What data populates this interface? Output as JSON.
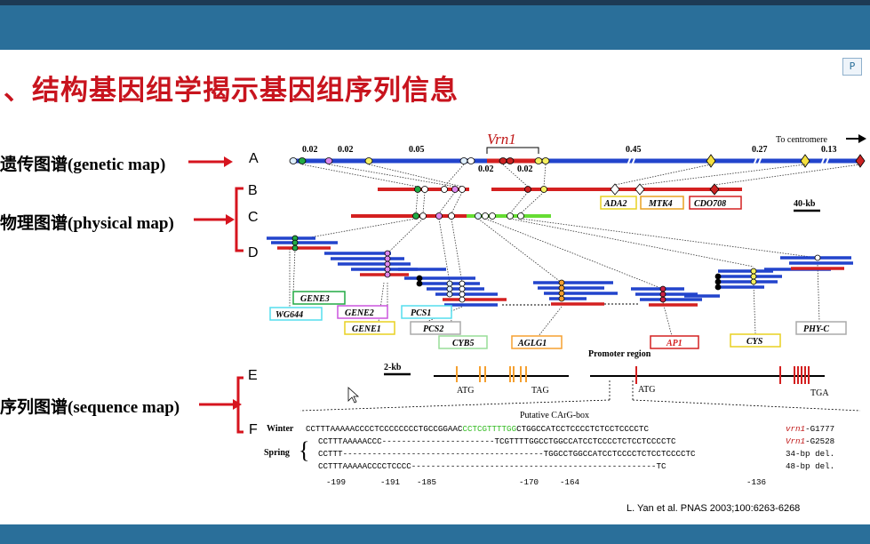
{
  "slide": {
    "title": "、结构基因组学揭示基因组序列信息",
    "citation": "L. Yan et al. PNAS 2003;100:6263-6268",
    "corner_button": "P"
  },
  "maps": [
    {
      "label": "遗传图谱(genetic map)",
      "letters": [
        "A"
      ]
    },
    {
      "label": "物理图谱(physical map)",
      "letters": [
        "B",
        "C",
        "D"
      ]
    },
    {
      "label": "序列图谱(sequence map)",
      "letters": [
        "E",
        "F"
      ]
    }
  ],
  "figure": {
    "vrn1_label": "Vrn1",
    "centromere_label": "To centromere",
    "genetic_distances": [
      "0.02",
      "0.02",
      "0.05",
      "0.02",
      "0.02",
      "0.45",
      "0.27",
      "0.13"
    ],
    "scale_40kb": "40-kb",
    "scale_2kb": "2-kb",
    "physical_genes": [
      "ADA2",
      "MTK4",
      "CDO708"
    ],
    "clone_genes": [
      "GENE3",
      "WG644",
      "GENE2",
      "GENE1",
      "PCS1",
      "PCS2",
      "CYB5",
      "AGLG1",
      "AP1",
      "CYS",
      "PHY-C"
    ],
    "gene_structure": {
      "left_start": "ATG",
      "left_end": "TAG",
      "promoter_label": "Promoter region",
      "right_start": "ATG",
      "right_end": "TGA"
    },
    "carg_label": "Putative CArG-box",
    "winter_label": "Winter",
    "spring_label": "Spring",
    "sequences": [
      {
        "left": "CCTTTAAAAACCCCTCCCCCCCCTGCCGGAAC",
        "green": "CCTCGTTTTGG",
        "right": "CTGGCCATCCTCCCCTCTCCTCCCCTC",
        "tag": "vrn1",
        "tag_suffix": "-G1777"
      },
      {
        "left": "CCTTTAAAAACCC-----------------------TCG",
        "green": "",
        "right": "TTTTGGCCTGGCCATCCTCCCCTCTCCTCCCCTC",
        "tag": "Vrn1",
        "tag_suffix": "-G2528"
      },
      {
        "left": "CCTTT-----------------------------------------",
        "green": "",
        "right": "TGGCCTGGCCATCCTCCCCTCTCCTCCCCTC",
        "tag": "",
        "tag_suffix": "34-bp del."
      },
      {
        "left": "CCTTTAAAAACCCCTCCCC--------------------------------------------------",
        "green": "",
        "right": "TC",
        "tag": "",
        "tag_suffix": "48-bp del."
      }
    ],
    "positions": [
      "-199",
      "-191",
      "-185",
      "-170",
      "-164",
      "-136"
    ]
  }
}
